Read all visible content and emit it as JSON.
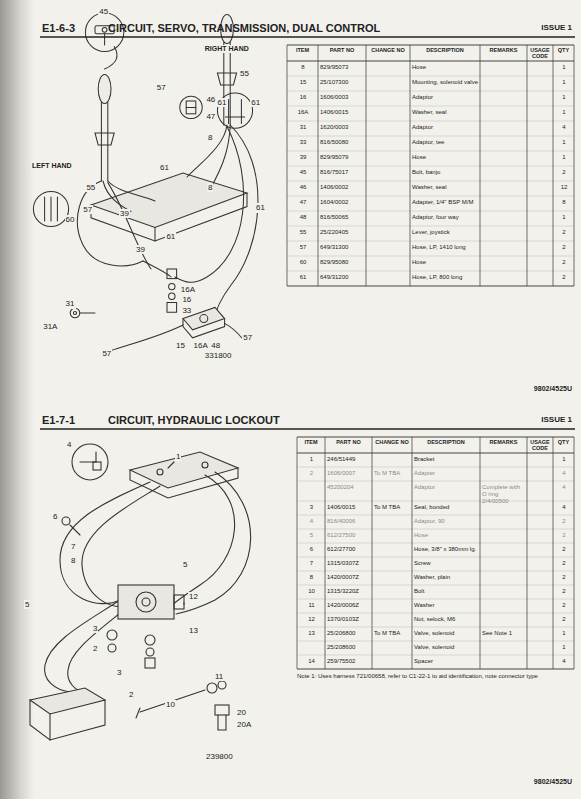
{
  "diagram": {
    "labels": [
      "E1-6-3",
      "CIRCUIT, SERVO, TRANSMISSION, DUAL CONTROL",
      "ISSUE 1",
      "45",
      "RIGHT HAND",
      "55",
      "57",
      "46",
      "47",
      "61",
      "61",
      "8",
      "LEFT HAND",
      "55",
      "57",
      "39",
      "61",
      "8",
      "61",
      "60",
      "39",
      "61",
      "16A",
      "16",
      "33",
      "31A",
      "31",
      "15",
      "16A",
      "48",
      "57",
      "57",
      "331800",
      "ITEM",
      "PART NO",
      "CHANGE NO",
      "DESCRIPTION",
      "REMARKS",
      "USAGE CODE",
      "QTY",
      "8",
      "829/95073",
      "Hose",
      "1",
      "15",
      "25/107300",
      "Mounting, solenoid valve",
      "1",
      "16",
      "1606/0003",
      "Adaptor",
      "1",
      "16A",
      "1406/0015",
      "Washer, seal",
      "1",
      "31",
      "1620/0003",
      "Adaptor",
      "4",
      "33",
      "816/50080",
      "Adaptor, tee",
      "1",
      "39",
      "829/95079",
      "Hose",
      "1",
      "45",
      "816/75017",
      "Bolt, banjo",
      "2",
      "46",
      "1406/0002",
      "Washer, seal",
      "12",
      "47",
      "1604/0002",
      "Adapter, 1/4\" BSP M/M",
      "8",
      "48",
      "816/50065",
      "Adaptor, four way",
      "1",
      "55",
      "25/220405",
      "Lever, joystick",
      "2",
      "57",
      "649/31300",
      "Hose, LP, 1410 long",
      "2",
      "60",
      "829/95080",
      "Hose",
      "2",
      "61",
      "649/31200",
      "Hose, LP, 800 long",
      "2",
      "9802/4525U",
      "E1-7-1",
      "CIRCUIT, HYDRAULIC LOCKOUT",
      "ISSUE 1",
      "1",
      "4",
      "6",
      "7",
      "8",
      "5",
      "5",
      "12",
      "3",
      "13",
      "2",
      "3",
      "2",
      "10",
      "11",
      "20",
      "20A",
      "239800",
      "ITEM",
      "PART NO",
      "CHANGE NO",
      "DESCRIPTION",
      "REMARKS",
      "USAGE CODE",
      "QTY",
      "1",
      "246/51449",
      "Bracket",
      "1",
      "2",
      "1606/0007",
      "To M TBA",
      "Adapter",
      "4",
      "45200204",
      "Adaptor",
      "Complete with O ring 2/4/00500",
      "4",
      "3",
      "1406/0015",
      "To M TBA",
      "Seal, bonded",
      "4",
      "4",
      "816/40006",
      "Adaptor, 90",
      "2",
      "5",
      "612/27500",
      "Hose",
      "2",
      "6",
      "612/27700",
      "Hose, 3/8\" x 380mm lg.",
      "2",
      "7",
      "1315/0307Z",
      "Screw",
      "2",
      "8",
      "1420/0007Z",
      "Washer, plain",
      "2",
      "10",
      "1315/3220Z",
      "Bolt",
      "2",
      "11",
      "1420/0006Z",
      "Washer",
      "2",
      "12",
      "1370/0103Z",
      "Nut, selock, M6",
      "2",
      "13",
      "25/206800",
      "To M TBA",
      "Valve, solenoid",
      "See Note 1",
      "1",
      "25/208600",
      "Valve, solenoid",
      "1",
      "14",
      "259/75502",
      "Spacer",
      "4",
      "Note 1:  Uses harness 721/00658, refer to C1-22-1 to aid identification, note connector type",
      "9802/4525U"
    ]
  }
}
